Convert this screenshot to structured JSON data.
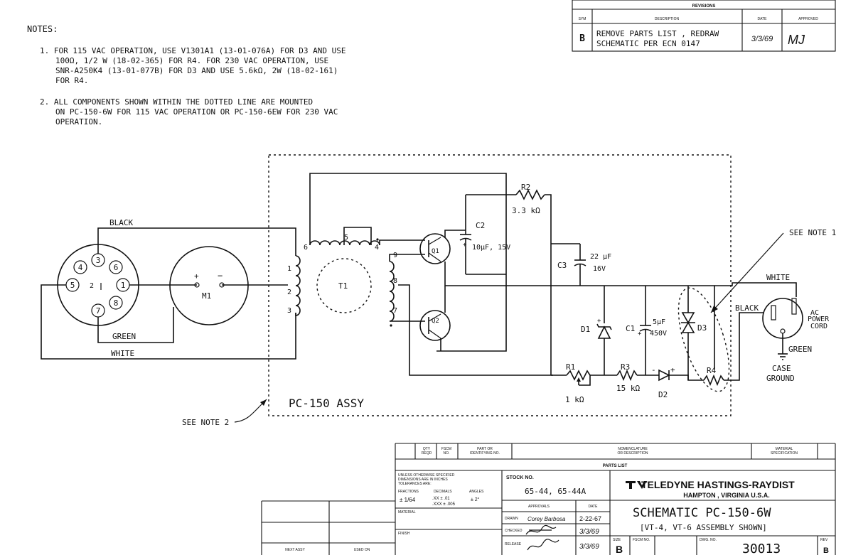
{
  "notes": {
    "heading": "NOTES:",
    "note1": [
      "1.  FOR 115 VAC OPERATION, USE  V1301A1 (13-01-076A) FOR D3 AND USE",
      "100Ω, 1/2 W (18-02-365) FOR R4.  FOR  230 VAC OPERATION, USE",
      "SNR-A250K4 (13-01-077B) FOR D3 AND USE 5.6kΩ, 2W (18-02-161)",
      "FOR R4."
    ],
    "note2": [
      "2.  ALL COMPONENTS SHOWN WITHIN THE DOTTED LINE ARE MOUNTED",
      "ON PC-150-6W FOR 115 VAC OPERATION OR PC-150-6EW FOR 230 VAC",
      "OPERATION."
    ]
  },
  "revisions": {
    "title": "REVISIONS",
    "col_sym": "SYM",
    "col_description": "DESCRIPTION",
    "col_date": "DATE",
    "col_approved": "APPROVED",
    "rev": "B",
    "description": [
      "REMOVE PARTS LIST , REDRAW",
      "SCHEMATIC PER ECN 0147"
    ],
    "date": "3/3/69",
    "approved": "MJ"
  },
  "schematic": {
    "assy_label": "PC-150 ASSY",
    "see_note_2": "SEE NOTE 2",
    "see_note_1": "SEE NOTE 1",
    "wire_black_left": "BLACK",
    "wire_green": "GREEN",
    "wire_white_left": "WHITE",
    "wire_white_right": "WHITE",
    "wire_black_right": "BLACK",
    "wire_green_right": "GREEN",
    "connector_pins": [
      "1",
      "2",
      "3",
      "4",
      "5",
      "6",
      "7",
      "8"
    ],
    "meter": "M1",
    "meter_plus": "+",
    "meter_minus": "−",
    "transformer": "T1",
    "transformer_pins": [
      "1",
      "2",
      "3",
      "4",
      "5",
      "6",
      "7",
      "8",
      "9"
    ],
    "q1": "Q1",
    "q2": "Q2",
    "c2": "C2",
    "c2_value": "10µF, 15V",
    "r2": "R2",
    "r2_value": "3.3 kΩ",
    "c3": "C3",
    "c3_value": [
      "22 µF",
      "16V"
    ],
    "d1": "D1",
    "c1": "C1",
    "c1_value": [
      "5µF",
      "450V"
    ],
    "d3": "D3",
    "r1": "R1",
    "r1_value": "1 kΩ",
    "r3": "R3",
    "r3_value": "15 kΩ",
    "d2": "D2",
    "r4": "R4",
    "ac_power_cord": [
      "AC",
      "POWER",
      "CORD"
    ],
    "case_ground": [
      "CASE",
      "GROUND"
    ]
  },
  "parts_list": {
    "title": "PARTS LIST",
    "col_qty": [
      "QTY",
      "REQD"
    ],
    "col_fscm": [
      "FSCM",
      "NO."
    ],
    "col_part": [
      "PART OR",
      "IDENTIFYING NO."
    ],
    "col_nomenclature": [
      "NOMENCLATURE",
      "OR DESCRIPTION"
    ],
    "col_material": [
      "MATERIAL",
      "SPECIFICATION"
    ]
  },
  "title_block": {
    "tolerances": [
      "UNLESS OTHERWISE SPECIFIED",
      "DIMENSIONS ARE IN INCHES",
      "TOLERANCES ARE:"
    ],
    "fractions_label": "FRACTIONS",
    "fractions_value": "± 1/64",
    "decimals_label": "DECIMALS",
    "decimals_value": [
      ".XX ± .01",
      ".XXX ± .005"
    ],
    "angles_label": "ANGLES",
    "angles_value": "± 2°",
    "material": "MATERIAL",
    "finish": "FINISH",
    "stock_label": "STOCK NO.",
    "stock_value": "65-44, 65-44A",
    "approvals": "APPROVALS",
    "date_label": "DATE",
    "drawn_label": "DRAWN",
    "drawn_sig": "Corey Barbosa",
    "drawn_date": "2-22-67",
    "checked_label": "CHECKED",
    "checked_date": "3/3/69",
    "release_label": "RELEASE",
    "release_date": "3/3/69",
    "company": "TELEDYNE  HASTINGS-RAYDIST",
    "location": "HAMPTON , VIRGINIA  U.S.A.",
    "drawing_title": "SCHEMATIC  PC-150-6W",
    "drawing_subtitle": "[VT-4, VT-6  ASSEMBLY SHOWN]",
    "size_label": "SIZE",
    "size_value": "B",
    "fscm_label": "FSCM NO.",
    "dwg_label": "DWG. NO.",
    "dwg_value": "30013",
    "rev_label": "REV",
    "rev_value": "B",
    "next_assy": "NEXT ASSY",
    "used_on": "USED ON"
  }
}
